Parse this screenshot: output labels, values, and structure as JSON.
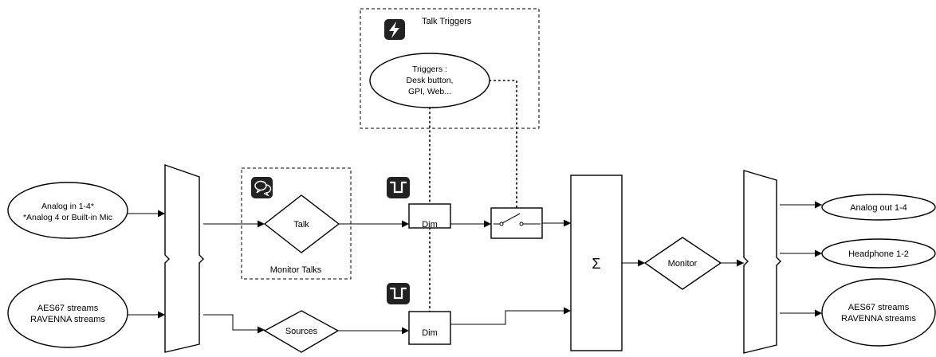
{
  "groups": {
    "talk_triggers": "Talk Triggers",
    "monitor_talks": "Monitor Talks"
  },
  "inputs": {
    "analog_in": [
      "Analog in 1-4*",
      "*Analog 4 or Built-in Mic"
    ],
    "streams_in": [
      "AES67 streams",
      "RAVENNA streams"
    ]
  },
  "triggers": [
    "Triggers :",
    "Desk button,",
    "GPI, Web..."
  ],
  "nodes": {
    "talk": "Talk",
    "sources": "Sources",
    "dim_top": "Dim",
    "dim_bottom": "Dim",
    "sum": "Σ",
    "monitor": "Monitor"
  },
  "outputs": {
    "analog_out": "Analog out 1-4",
    "headphone": "Headphone 1-2",
    "streams_out": [
      "AES67 streams",
      "RAVENNA streams"
    ]
  },
  "icons": {
    "trigger": "lightning-bolt-icon",
    "talk": "speech-bubbles-icon",
    "dim_top": "pulse-step-icon",
    "dim_bottom": "pulse-step-icon"
  }
}
